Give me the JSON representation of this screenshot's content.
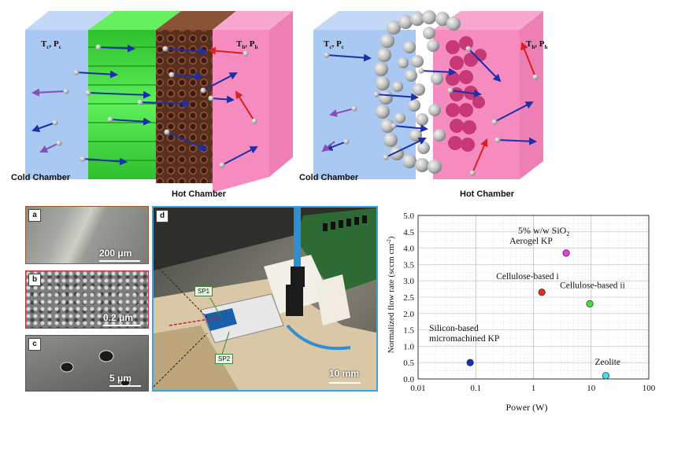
{
  "left_diagram": {
    "cold_label": "Cold Chamber",
    "hot_label": "Hot Chamber",
    "cold_state": {
      "t": "T",
      "t_sub": "c",
      "sep": ", ",
      "p": "P",
      "p_sub": "c"
    },
    "hot_state": {
      "t": "T",
      "t_sub": "h",
      "sep": ", ",
      "p": "P",
      "p_sub": "h"
    }
  },
  "right_diagram": {
    "cold_label": "Cold Chamber",
    "hot_label": "Hot Chamber",
    "cold_state": {
      "t": "T",
      "t_sub": "c",
      "sep": ", ",
      "p": "P",
      "p_sub": "c"
    },
    "hot_state": {
      "t": "T",
      "t_sub": "h",
      "sep": ", ",
      "p": "P",
      "p_sub": "h"
    }
  },
  "panels": {
    "a": {
      "label": "a",
      "scale": "200 μm"
    },
    "b": {
      "label": "b",
      "scale": "0.2 μm"
    },
    "c": {
      "label": "c",
      "scale": "5 μm"
    },
    "d": {
      "label": "d",
      "scale": "10 mm",
      "sp1": "SP1",
      "sp2": "SP2"
    }
  },
  "colors": {
    "cold": "#a9c8f2",
    "hot": "#f58bbf",
    "membrane_green": "#3ee23c",
    "porous_brown": "#6b3a24",
    "arrow_blue": "#1c2fa8",
    "arrow_red": "#d8201f",
    "sphere_gray": "#b9b9b9"
  },
  "chart_data": {
    "type": "scatter",
    "xscale": "log",
    "xlim": [
      0.01,
      100
    ],
    "ylim": [
      0,
      5
    ],
    "xticks": [
      "0.01",
      "0.1",
      "1",
      "10",
      "100"
    ],
    "yticks": [
      "0.0",
      "0.5",
      "1.0",
      "1.5",
      "2.0",
      "2.5",
      "3.0",
      "3.5",
      "4.0",
      "4.5",
      "5.0"
    ],
    "xlabel": "Power (W)",
    "ylabel": "Normalized flow rate (sccm cm",
    "ylabel_sup": "-2",
    "ylabel_end": ")",
    "title": "5% w/w SiO",
    "title_sub": "2",
    "grid": true,
    "points": [
      {
        "label": "Silicon-based",
        "label2": "micromachined KP",
        "x": 0.08,
        "y": 0.5,
        "color": "#1a2bb8"
      },
      {
        "label": "Cellulose-based i",
        "label2": "",
        "x": 1.4,
        "y": 2.65,
        "color": "#e0301e"
      },
      {
        "label": "Aerogel KP",
        "label2": "",
        "x": 3.7,
        "y": 3.85,
        "color": "#e23ee0"
      },
      {
        "label": "Cellulose-based ii",
        "label2": "",
        "x": 9.5,
        "y": 2.3,
        "color": "#3ee23c"
      },
      {
        "label": "Zeolite",
        "label2": "",
        "x": 18,
        "y": 0.1,
        "color": "#3ee2e0"
      }
    ]
  }
}
